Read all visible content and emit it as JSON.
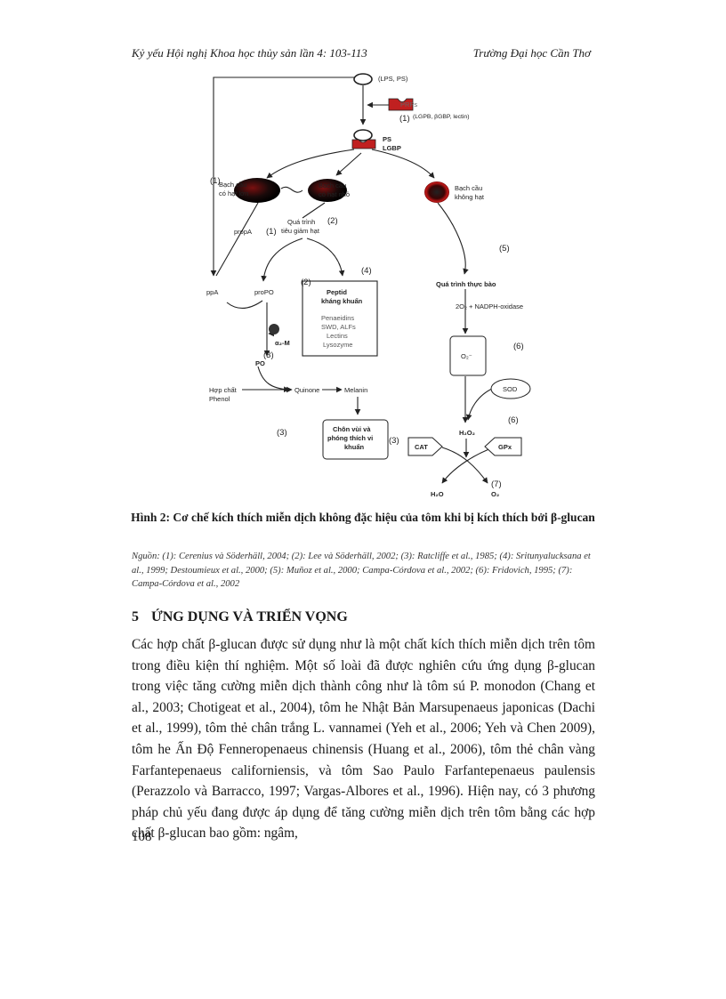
{
  "header": {
    "left": "Kỷ yếu Hội nghị Khoa học thủy sản lần 4: 103-113",
    "right": "Trường Đại học Cần Thơ"
  },
  "figure": {
    "labels": {
      "lps_ps": "(LPS, PS)",
      "prps": "PRPs",
      "prps_detail": "(LGPB, βGBP, lectin)",
      "ps": "PS",
      "lgbp": "LGBP",
      "granule_large_1": "Bạch cầu",
      "granule_large_2": "có hạt lớn",
      "granule_small_1": "Bạch cầu",
      "granule_small_2": "có hạt nhỏ",
      "agranular_1": "Bạch cầu",
      "agranular_2": "không hạt",
      "propA": "propA",
      "degranulation_1": "Quá trình",
      "degranulation_2": "tiêu giảm hạt",
      "ppA": "ppA",
      "proPO": "proPO",
      "peptide_1": "Peptid",
      "peptide_2": "kháng khuẩn",
      "pep_list_1": "Penaeidins",
      "pep_list_2": "SWD, ALFs",
      "pep_list_3": "Lectins",
      "pep_list_4": "Lysozyme",
      "phagocytosis": "Quá trình thực bào",
      "nadph": "2O₂ + NADPH-oxidase",
      "o2_radical": "O₂⁻",
      "a2m": "α₂-M",
      "po": "PO",
      "phenol_1": "Hợp chất",
      "phenol_2": "Phenol",
      "quinone": "Quinone",
      "melanin": "Melanin",
      "sod": "SOD",
      "encaps_1": "Chôn vùi và",
      "encaps_2": "phóng thích vi",
      "encaps_3": "khuẩn",
      "h2o2": "H₂O₂",
      "cat": "CAT",
      "gpx": "GPx",
      "h2o": "H₂O",
      "o2": "O₂",
      "ref1": "(1)",
      "ref2": "(2)",
      "ref3": "(3)",
      "ref4": "(4)",
      "ref5": "(5)",
      "ref6": "(6)",
      "ref7": "(7)"
    },
    "caption": "Hình 2: Cơ chế kích thích miễn dịch không đặc hiệu của tôm khi bị kích thích bởi β-glucan",
    "source": "Nguồn: (1): Cerenius và Söderhäll, 2004; (2): Lee và Söderhäll, 2002; (3): Ratcliffe et al., 1985; (4): Sritunyalucksana et al., 1999; Destoumieux et al., 2000; (5): Muñoz et al., 2000; Campa-Córdova et al., 2002; (6): Fridovich, 1995; (7): Campa-Córdova et al., 2002"
  },
  "section": {
    "number": "5",
    "title": "ỨNG DỤNG VÀ TRIỂN VỌNG"
  },
  "body_text": "Các hợp chất β-glucan được sử dụng như là một chất kích thích miễn dịch trên tôm trong điều kiện thí nghiệm. Một số loài đã được nghiên cứu ứng dụng β-glucan trong việc tăng cường miễn dịch thành công như là tôm sú P. monodon (Chang et al., 2003; Chotigeat et al., 2004), tôm he Nhật Bản Marsupenaeus japonicas (Dachi et al., 1999), tôm thẻ chân trắng L. vannamei (Yeh et al., 2006; Yeh và Chen 2009), tôm he Ấn Độ Fenneropenaeus chinensis (Huang et al., 2006), tôm thẻ chân vàng Farfantepenaeus californiensis, và tôm Sao Paulo Farfantepenaeus paulensis (Perazzolo và Barracco, 1997; Vargas-Albores et al., 1996). Hiện nay, có 3 phương pháp chủ yếu đang được áp dụng để tăng cường miễn dịch trên tôm bằng các hợp chất β-glucan bao gồm: ngâm,",
  "page_number": "108"
}
